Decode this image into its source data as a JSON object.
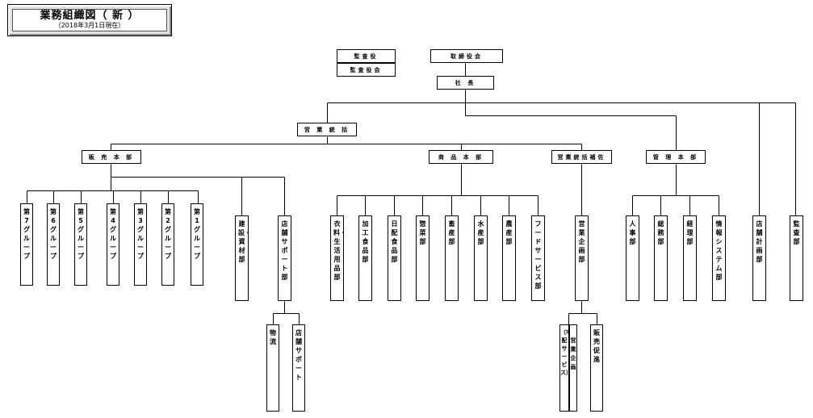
{
  "title": {
    "main": "業務組織図（ 新 ）",
    "date": "（2018年3月1日現在）"
  },
  "colors": {
    "line": "#000000",
    "box_border": "#000000",
    "frame": "#e4e4e4"
  },
  "nodes": {
    "kansayaku": "監査役",
    "kansayakukai": "監査役会",
    "torishimariyakukai": "取締役会",
    "shacho": "社 長",
    "eigyo_tokatsu": "営 業 統 括",
    "hanbai_honbu": "販 売 本 部",
    "shohin_honbu": "商 品 本 部",
    "eigyo_tokatsu_hosa": "営業統括補佐",
    "kanri_honbu": "管 理 本 部",
    "g7": "第7グループ",
    "g6": "第6グループ",
    "g5": "第5グループ",
    "g4": "第4グループ",
    "g3": "第3グループ",
    "g2": "第2グループ",
    "g1": "第1グループ",
    "kensetsu": "建設・資材部",
    "tenpo_support_bu": "店舗サポート部",
    "butsuryu": "物流",
    "tenpo_support": "店舗サポート",
    "iryo": "衣料・生活用品部",
    "kako": "加工食品部",
    "nichihai": "日配食品部",
    "sozai": "惣菜部",
    "chikusan": "畜産部",
    "suisan": "水産部",
    "nosan": "農産部",
    "food_service": "フードサービス部",
    "eigyo_kikaku_bu": "営業企画部",
    "eigyo_kikaku_ka": "営業企画",
    "takuhai": "（宅配サービス）",
    "hanbai_sokushin": "販売促進",
    "jinji": "人事部",
    "somu": "総務部",
    "keiri": "経理部",
    "joho": "情報システム部",
    "tenpo_keikaku": "店舗計画部",
    "kansa": "監査部"
  }
}
